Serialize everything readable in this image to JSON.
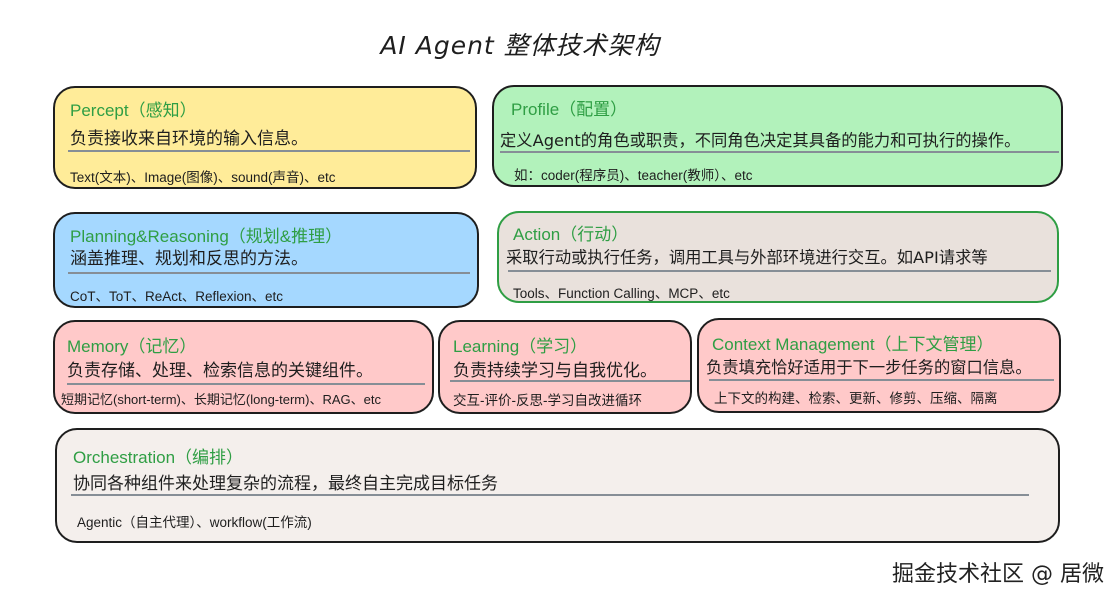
{
  "title": "AI Agent 整体技术架构",
  "watermark": "掘金技术社区 @ 居微",
  "boxes": {
    "percept": {
      "head": "Percept（感知）",
      "desc": "负责接收来自环境的输入信息。",
      "examples": "Text(文本)、Image(图像)、sound(声音)、etc",
      "color": "#ffec99"
    },
    "profile": {
      "head": "Profile（配置）",
      "desc": "定义Agent的角色或职责，不同角色决定其具备的能力和可执行的操作。",
      "examples": "如：coder(程序员)、teacher(教师）、etc",
      "color": "#b2f2bb"
    },
    "planning": {
      "head": "Planning&Reasoning（规划&推理）",
      "desc": "涵盖推理、规划和反思的方法。",
      "examples": "CoT、ToT、ReAct、Reflexion、etc",
      "color": "#a5d8ff"
    },
    "action": {
      "head": "Action（行动）",
      "desc": "采取行动或执行任务，调用工具与外部环境进行交互。如API请求等",
      "examples": "Tools、Function Calling、MCP、etc",
      "color": "#e9e1dc"
    },
    "memory": {
      "head": "Memory（记忆）",
      "desc": "负责存储、处理、检索信息的关键组件。",
      "examples": "短期记忆(short-term)、长期记忆(long-term)、RAG、etc",
      "color": "#ffc9c9"
    },
    "learning": {
      "head": "Learning（学习）",
      "desc": "负责持续学习与自我优化。",
      "examples": "交互-评价-反思-学习自改进循环",
      "color": "#ffc9c9"
    },
    "context": {
      "head": "Context Management（上下文管理）",
      "desc": "负责填充恰好适用于下一步任务的窗口信息。",
      "examples": "上下文的构建、检索、更新、修剪、压缩、隔离",
      "color": "#ffc9c9"
    },
    "orchestration": {
      "head": "Orchestration（编排）",
      "desc": "协同各种组件来处理复杂的流程，最终自主完成目标任务",
      "examples": "Agentic（自主代理）、workflow(工作流)",
      "color": "#f4efec"
    }
  }
}
